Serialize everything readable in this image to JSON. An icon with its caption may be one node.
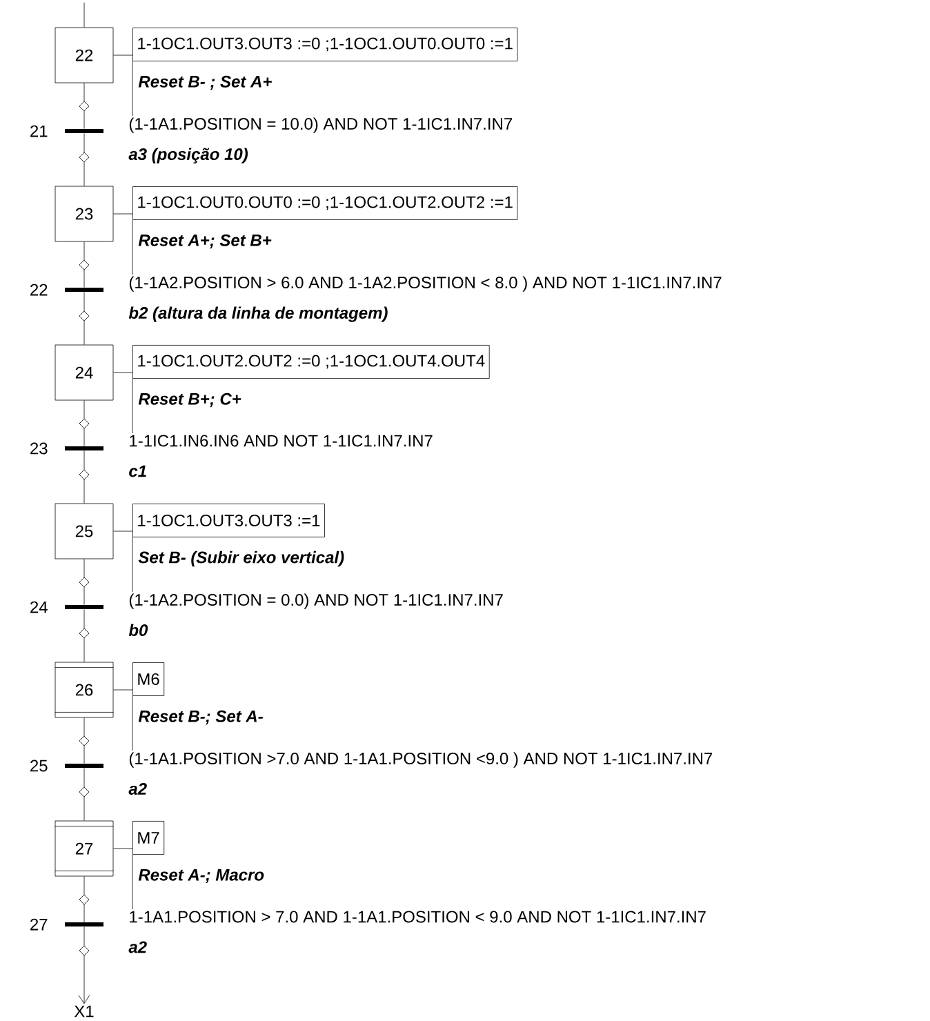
{
  "diagram": {
    "nodes": [
      {
        "text": [
          "22"
        ]
      },
      {
        "text": [
          "1-1OC1.OUT3.OUT3 :=0 ;1-1OC1.OUT0.OUT0 :=1"
        ],
        "beside": [
          "Reset B- ; Set A+"
        ]
      },
      {
        "text": [],
        "shape": "bar",
        "beside": [
          "21"
        ]
      },
      {
        "text": [
          "(1-1A1.POSITION = 10.0) AND NOT 1-1IC1.IN7.IN7",
          "a3 (posição 10)"
        ]
      },
      {
        "text": [
          "23"
        ]
      },
      {
        "text": [
          "1-1OC1.OUT0.OUT0 :=0 ;1-1OC1.OUT2.OUT2 :=1"
        ],
        "beside": [
          "Reset A+; Set B+"
        ]
      },
      {
        "text": [],
        "shape": "bar",
        "beside": [
          "22"
        ]
      },
      {
        "text": [
          "(1-1A2.POSITION > 6.0 AND 1-1A2.POSITION < 8.0 ) AND NOT 1-1IC1.IN7.IN7",
          "b2 (altura da linha de montagem)"
        ]
      },
      {
        "text": [
          "24"
        ]
      },
      {
        "text": [
          "1-1OC1.OUT2.OUT2 :=0 ;1-1OC1.OUT4.OUT4"
        ],
        "beside": [
          "Reset B+; C+"
        ]
      },
      {
        "text": [],
        "shape": "bar",
        "beside": [
          "23"
        ]
      },
      {
        "text": [
          "1-1IC1.IN6.IN6 AND NOT 1-1IC1.IN7.IN7",
          "c1"
        ]
      },
      {
        "text": [
          "25"
        ]
      },
      {
        "text": [
          "1-1OC1.OUT3.OUT3 :=1"
        ],
        "beside": [
          "Set B- (Subir eixo vertical)"
        ]
      },
      {
        "text": [],
        "shape": "bar",
        "beside": [
          "24"
        ]
      },
      {
        "text": [
          "(1-1A2.POSITION = 0.0) AND NOT 1-1IC1.IN7.IN7",
          "b0"
        ]
      },
      {
        "text": [
          "26"
        ]
      },
      {
        "text": [
          "M6"
        ],
        "beside": [
          "Reset B-; Set A-"
        ]
      },
      {
        "text": [],
        "shape": "bar",
        "beside": [
          "25"
        ]
      },
      {
        "text": [
          "(1-1A1.POSITION >7.0 AND 1-1A1.POSITION <9.0  ) AND NOT 1-1IC1.IN7.IN7",
          "a2"
        ]
      },
      {
        "text": [
          "27"
        ]
      },
      {
        "text": [
          "M7"
        ],
        "beside": [
          "Reset A-; Macro"
        ]
      },
      {
        "text": [],
        "shape": "bar",
        "beside": [
          "27"
        ]
      },
      {
        "text": [
          "1-1A1.POSITION > 7.0 AND 1-1A1.POSITION < 9.0 AND NOT 1-1IC1.IN7.IN7",
          "a2"
        ]
      },
      {
        "text": [
          "X1"
        ]
      }
    ],
    "edges": [
      {
        "from": null,
        "to": 0,
        "arrow": "none"
      },
      {
        "from": 0,
        "to": 1,
        "arrow": "none"
      },
      {
        "from": 0,
        "to": 2,
        "arrow": "none"
      },
      {
        "from": 1,
        "to": 3,
        "arrow": "none"
      },
      {
        "from": 2,
        "to": 4,
        "arrow": "none"
      },
      {
        "from": 4,
        "to": 5,
        "arrow": "none"
      },
      {
        "from": 4,
        "to": 6,
        "arrow": "none"
      },
      {
        "from": 5,
        "to": 7,
        "arrow": "none"
      },
      {
        "from": 6,
        "to": 8,
        "arrow": "none"
      },
      {
        "from": 8,
        "to": 9,
        "arrow": "none"
      },
      {
        "from": 8,
        "to": 10,
        "arrow": "none"
      },
      {
        "from": 9,
        "to": 11,
        "arrow": "none"
      },
      {
        "from": 10,
        "to": 12,
        "arrow": "none"
      },
      {
        "from": 12,
        "to": 13,
        "arrow": "none"
      },
      {
        "from": 12,
        "to": 14,
        "arrow": "none"
      },
      {
        "from": 13,
        "to": 15,
        "arrow": "none"
      },
      {
        "from": 14,
        "to": 16,
        "arrow": "none"
      },
      {
        "from": 16,
        "to": 17,
        "arrow": "none"
      },
      {
        "from": 16,
        "to": 18,
        "arrow": "none"
      },
      {
        "from": 17,
        "to": 19,
        "arrow": "none"
      },
      {
        "from": 18,
        "to": 20,
        "arrow": "none"
      },
      {
        "from": 20,
        "to": 21,
        "arrow": "none"
      },
      {
        "from": 20,
        "to": 22,
        "arrow": "none"
      },
      {
        "from": 21,
        "to": 23,
        "arrow": "none"
      },
      {
        "from": 22,
        "to": 24,
        "arrow": "to"
      }
    ]
  }
}
